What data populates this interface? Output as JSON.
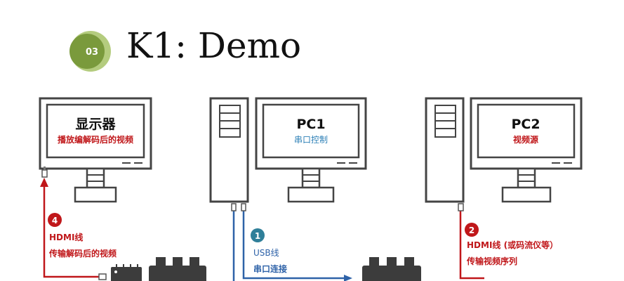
{
  "slide": {
    "number": "03",
    "title": "K1: Demo"
  },
  "devices": {
    "display": {
      "name": "显示器",
      "caption": "播放编解码后的视频"
    },
    "pc1": {
      "name": "PC1",
      "caption": "串口控制"
    },
    "pc2": {
      "name": "PC2",
      "caption": "视频源"
    }
  },
  "connections": {
    "step4": {
      "number": "4",
      "line1": "HDMI线",
      "line2": "传输解码后的视频"
    },
    "step1": {
      "number": "1",
      "line1": "USB线",
      "line2": "串口连接"
    },
    "step2": {
      "number": "2",
      "line1": "HDMI线 (或码流仪等）",
      "line2": "传输视频序列"
    }
  },
  "colors": {
    "badge_dark": "#7a9a3c",
    "badge_light": "#b4cc7e",
    "outline": "#444444",
    "caption_red": "#c0171a",
    "caption_blue": "#2b7fb6",
    "cable_red": "#c0171a",
    "cable_blue": "#2e62a8",
    "step1_badge": "#2f7f99",
    "board": "#3c3c3c"
  }
}
